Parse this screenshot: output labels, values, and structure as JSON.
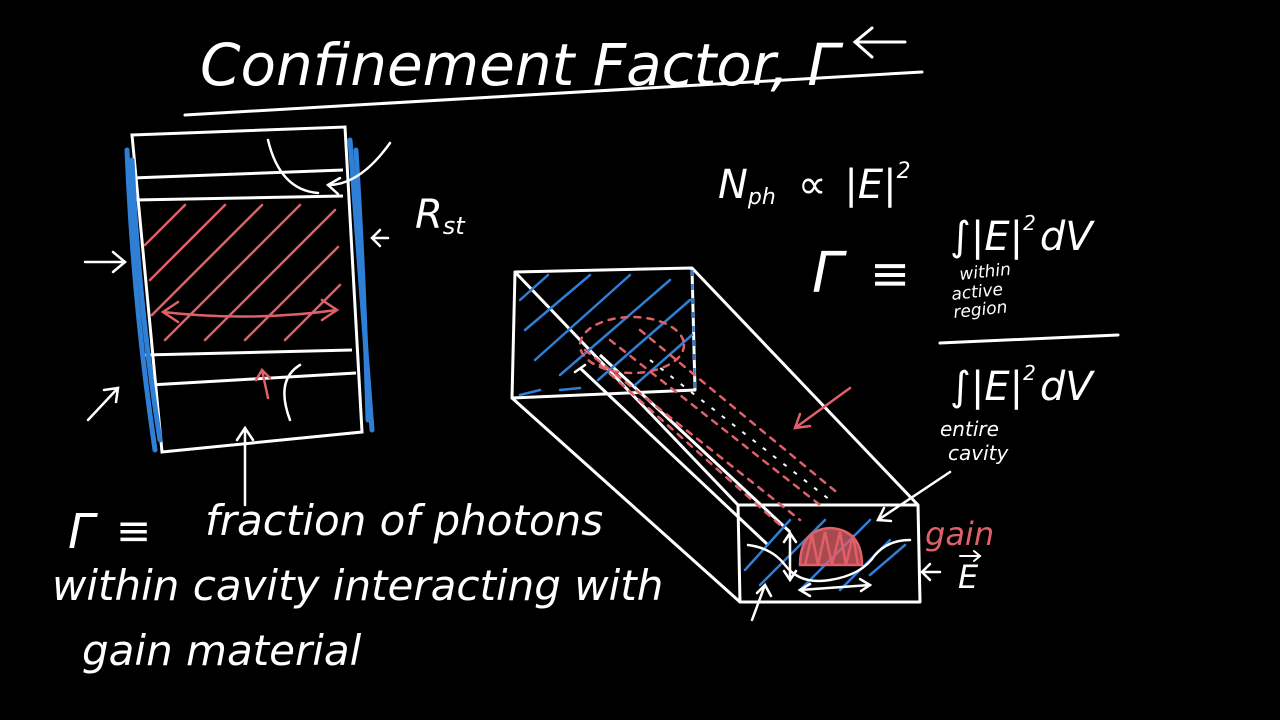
{
  "colors": {
    "background": "#000000",
    "ink": "#ffffff",
    "red": "#e0606a",
    "blue": "#2f7fd6"
  },
  "title": {
    "text": "Confinement Factor, Γ",
    "arrow_icon": "left-arrow-icon"
  },
  "left_diagram": {
    "label_rst": "R",
    "label_rst_sub": "st"
  },
  "photon_equation": {
    "lhs": "N",
    "lhs_sub": "ph",
    "relation": "∝",
    "rhs": "|E|",
    "rhs_power": "2"
  },
  "gamma_definition": {
    "symbol": "Γ",
    "equiv": "≡",
    "numerator": "∫|E|",
    "numerator_power": "2",
    "numerator_tail": "dV",
    "numerator_region_lines": [
      "within",
      "active",
      "region"
    ],
    "denominator": "∫|E|",
    "denominator_power": "2",
    "denominator_tail": "dV",
    "denominator_region_lines": [
      "entire",
      "cavity"
    ]
  },
  "right_diagram": {
    "gain_label": "gain",
    "field_label": "E"
  },
  "bottom_statement": {
    "symbol": "Γ",
    "equiv": "≡",
    "line1": "fraction of photons",
    "line2": "within cavity interacting with",
    "line3": "gain material"
  }
}
